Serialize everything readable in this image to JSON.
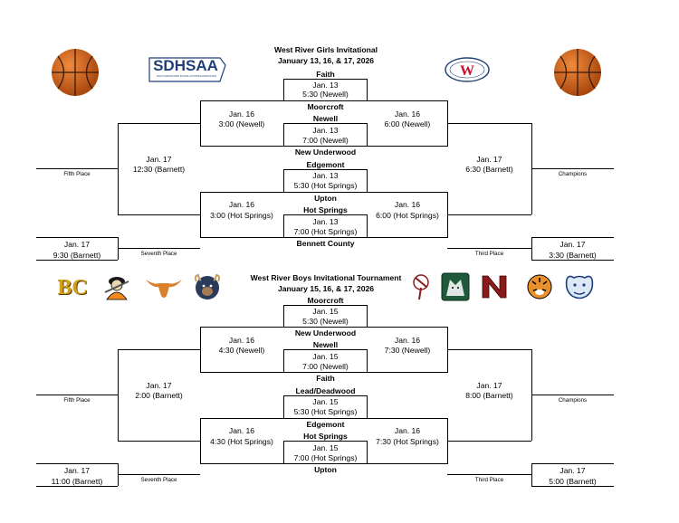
{
  "girls": {
    "title": "West River Girls Invitational",
    "dates": "January 13, 16, & 17, 2026",
    "teams": [
      "Faith",
      "Moorcroft",
      "Newell",
      "New Underwood",
      "Edgemont",
      "Upton",
      "Hot Springs",
      "Bennett County"
    ],
    "r1": [
      {
        "day": "Jan. 13",
        "time": "5:30 (Newell)"
      },
      {
        "day": "Jan. 13",
        "time": "7:00 (Newell)"
      },
      {
        "day": "Jan. 13",
        "time": "5:30 (Hot Springs)"
      },
      {
        "day": "Jan. 13",
        "time": "7:00 (Hot Springs)"
      }
    ],
    "left": [
      {
        "day": "Jan. 16",
        "time": "3:00 (Newell)"
      },
      {
        "day": "Jan. 16",
        "time": "3:00 (Hot Springs)"
      },
      {
        "day": "Jan. 17",
        "time": "12:30 (Barnett)"
      }
    ],
    "right": [
      {
        "day": "Jan. 16",
        "time": "6:00 (Newell)"
      },
      {
        "day": "Jan. 16",
        "time": "6:00 (Hot Springs)"
      },
      {
        "day": "Jan. 17",
        "time": "6:30 (Barnett)"
      }
    ],
    "seventh": {
      "day": "Jan. 17",
      "time": "9:30 (Barnett)"
    },
    "third": {
      "day": "Jan. 17",
      "time": "3:30 (Barnett)"
    }
  },
  "boys": {
    "title": "West River Boys Invitational Tournament",
    "dates": "January 15, 16, & 17, 2026",
    "teams": [
      "Moorcroft",
      "New Underwood",
      "Newell",
      "Faith",
      "Lead/Deadwood",
      "Edgemont",
      "Hot Springs",
      "Upton"
    ],
    "r1": [
      {
        "day": "Jan. 15",
        "time": "5:30 (Newell)"
      },
      {
        "day": "Jan. 15",
        "time": "7:00 (Newell)"
      },
      {
        "day": "Jan. 15",
        "time": "5:30 (Hot Springs)"
      },
      {
        "day": "Jan. 15",
        "time": "7:00 (Hot Springs)"
      }
    ],
    "left": [
      {
        "day": "Jan. 16",
        "time": "4:30 (Newell)"
      },
      {
        "day": "Jan. 16",
        "time": "4:30 (Hot Springs)"
      },
      {
        "day": "Jan. 17",
        "time": "2:00 (Barnett)"
      }
    ],
    "right": [
      {
        "day": "Jan. 16",
        "time": "7:30 (Newell)"
      },
      {
        "day": "Jan. 16",
        "time": "7:30 (Hot Springs)"
      },
      {
        "day": "Jan. 17",
        "time": "8:00 (Barnett)"
      }
    ],
    "seventh": {
      "day": "Jan. 17",
      "time": "11:00 (Barnett)"
    },
    "third": {
      "day": "Jan. 17",
      "time": "5:00 (Barnett)"
    }
  },
  "labels": {
    "fifth": "Fifth Place",
    "champions": "Champions",
    "seventh": "Seventh Place",
    "third": "Third Place"
  },
  "logos": {
    "sdhsaa": "SDHSAA",
    "sdhsaa_sub": "SOUTH DAKOTA HIGH SCHOOL ACTIVITIES ASSOCIATION",
    "bc": "BC",
    "wy": "W"
  },
  "colors": {
    "ball": "#d2691e",
    "sdhsaa_blue": "#1f3f7a",
    "bc_gold": "#d4a017",
    "longhorn": "#d9822b",
    "bison": "#2a3a5a",
    "wy_red": "#c8102e",
    "n_red": "#8b1a1a"
  }
}
